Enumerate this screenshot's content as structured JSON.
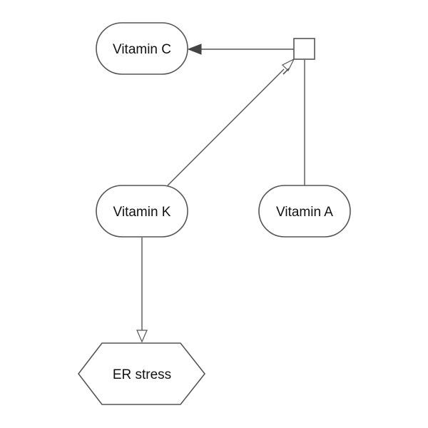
{
  "nodes": {
    "vitamin_c": "Vitamin C",
    "vitamin_k": "Vitamin K",
    "vitamin_a": "Vitamin A",
    "er_stress": "ER stress"
  }
}
